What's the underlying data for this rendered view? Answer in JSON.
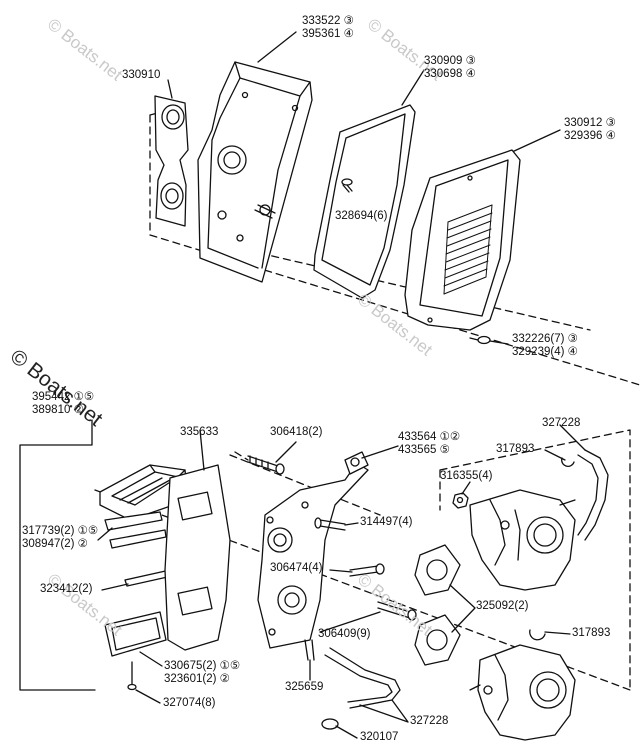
{
  "watermark": "© Boats.net",
  "labels": {
    "p330910": "330910",
    "p333522": "333522 ③",
    "p395361": "395361 ④",
    "p330909": "330909 ③",
    "p330698": "330698 ④",
    "p330912": "330912 ③",
    "p329396": "329396 ④",
    "p328694": "328694(6)",
    "p332226": "332226(7) ③",
    "p329239": "329239(4) ④",
    "p395442": "395442 ①⑤",
    "p389810": "389810 ②",
    "p335633": "335633",
    "p306418": "306418(2)",
    "p433564": "433564 ①②",
    "p433565": "433565 ⑤",
    "p327228a": "327228",
    "p317893a": "317893",
    "p316355": "316355(4)",
    "p317739": "317739(2) ①⑤",
    "p308947": "308947(2) ②",
    "p314497": "314497(4)",
    "p323412": "323412(2)",
    "p306474": "306474(4)",
    "p325092": "325092(2)",
    "p306409": "306409(9)",
    "p317893b": "317893",
    "p330675": "330675(2) ①⑤",
    "p323601": "323601(2) ②",
    "p325659": "325659",
    "p327074": "327074(8)",
    "p327228b": "327228",
    "p320107": "320107"
  }
}
